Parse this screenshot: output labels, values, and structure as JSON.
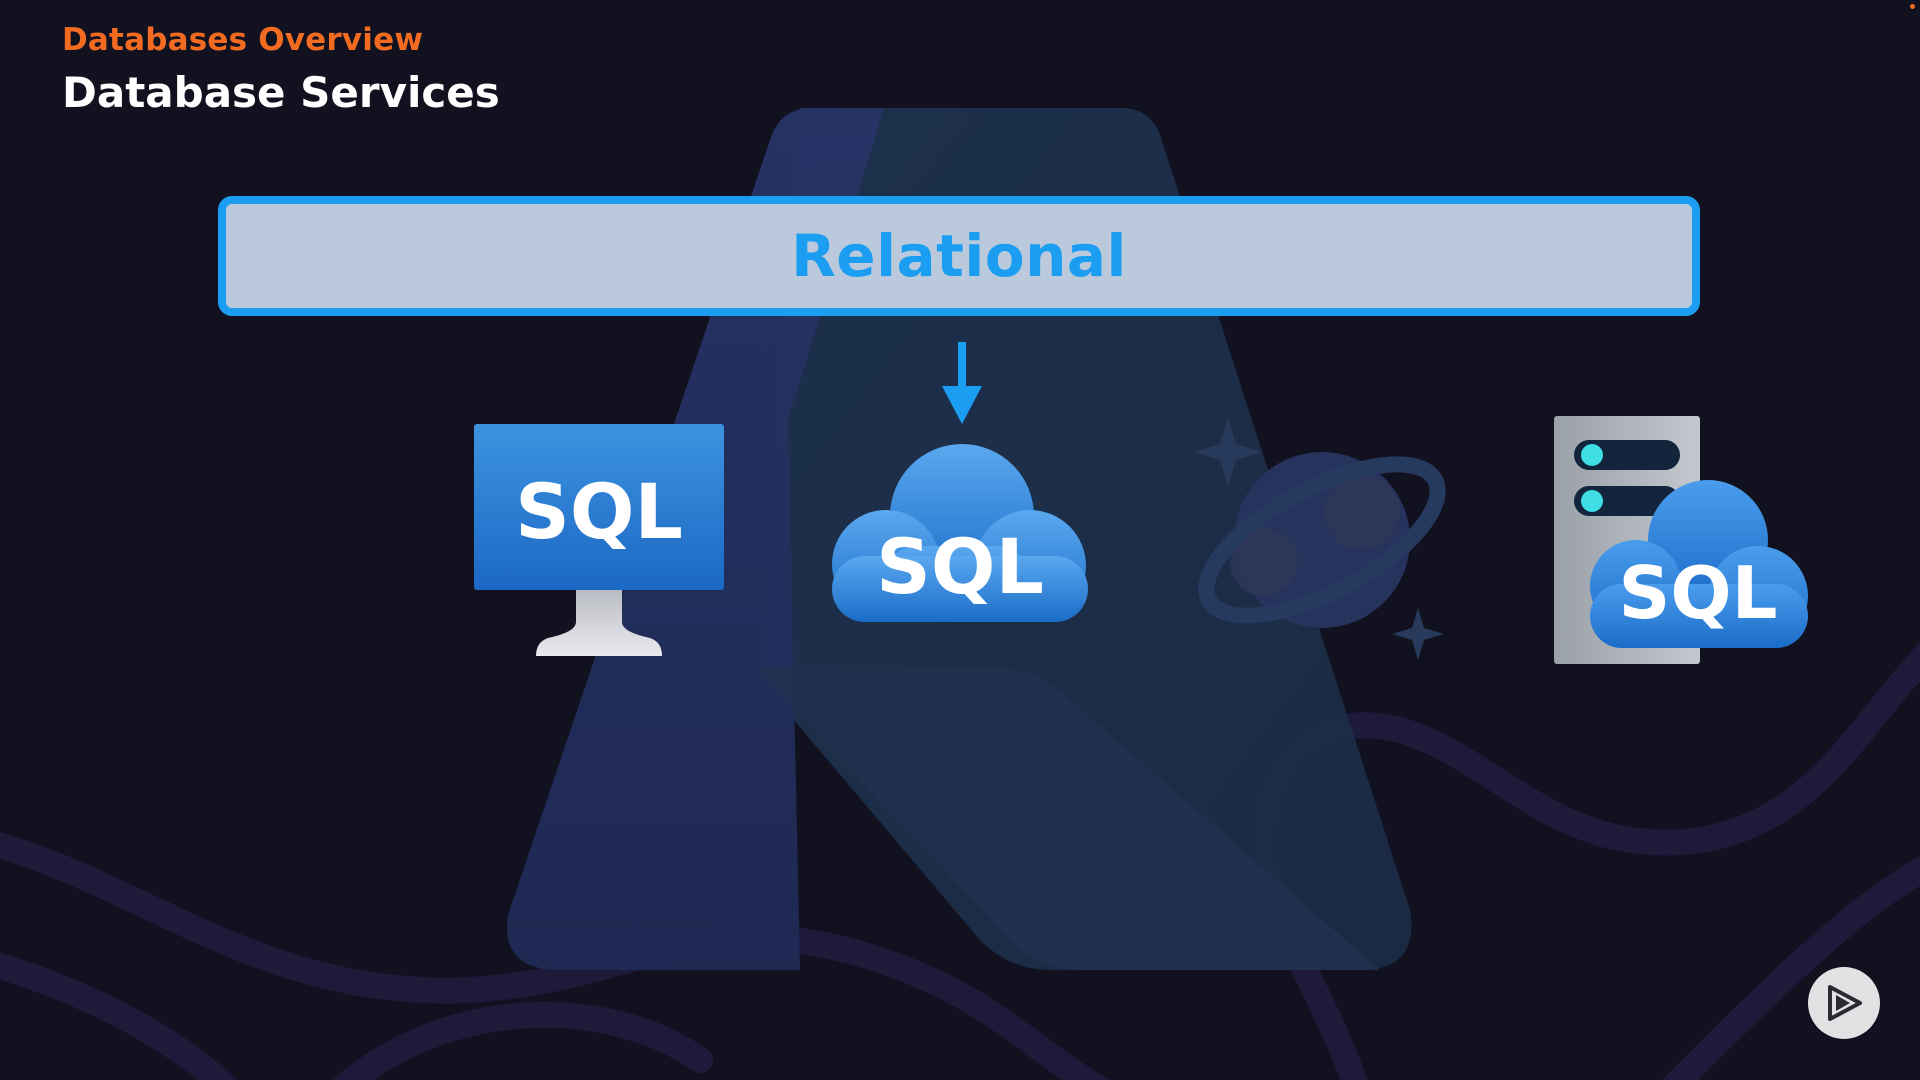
{
  "header": {
    "section": "Databases Overview",
    "title": "Database Services"
  },
  "banner": {
    "label": "Relational"
  },
  "services": [
    {
      "icon": "sql-virtual-machine-icon",
      "label": "SQL"
    },
    {
      "icon": "sql-database-cloud-icon",
      "label": "SQL"
    },
    {
      "icon": "cosmos-db-icon"
    },
    {
      "icon": "sql-managed-instance-icon",
      "label": "SQL"
    }
  ],
  "controls": {
    "play_icon": "play-icon"
  },
  "colors": {
    "accent_orange": "#f26b21",
    "accent_blue": "#1b9ef2",
    "banner_fill": "#bac9dc",
    "background": "#12111f"
  }
}
